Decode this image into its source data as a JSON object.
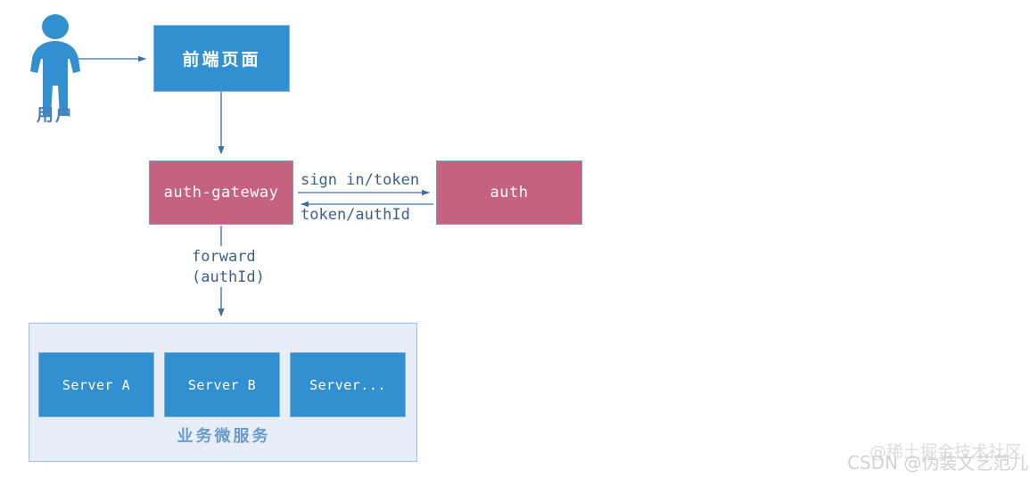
{
  "diagram": {
    "actor": {
      "icon": "user-person-icon",
      "caption": "用户"
    },
    "nodes": {
      "frontend": "前端页面",
      "gateway": "auth-gateway",
      "auth": "auth"
    },
    "edges": {
      "user_to_frontend": "",
      "frontend_to_gateway": "",
      "gateway_to_auth": "sign in/token",
      "auth_to_gateway": "token/authId",
      "gateway_to_services_line1": "forward",
      "gateway_to_services_line2": "(authId)"
    },
    "microservices": {
      "caption": "业务微服务",
      "servers": [
        "Server A",
        "Server B",
        "Server..."
      ]
    },
    "colors": {
      "blue_fill": "#3390d0",
      "blue_border": "#7fb4dd",
      "pink_fill": "#c4627f",
      "group_fill": "#e8eef8",
      "group_border": "#9fc0e4",
      "connector": "#5b8ab8",
      "edge_text": "#3d5f8a",
      "caption_text": "#4d7fb8"
    }
  },
  "watermarks": {
    "csdn": "CSDN @伪装文艺范儿",
    "juejin": "@稀土掘金技术社区"
  }
}
